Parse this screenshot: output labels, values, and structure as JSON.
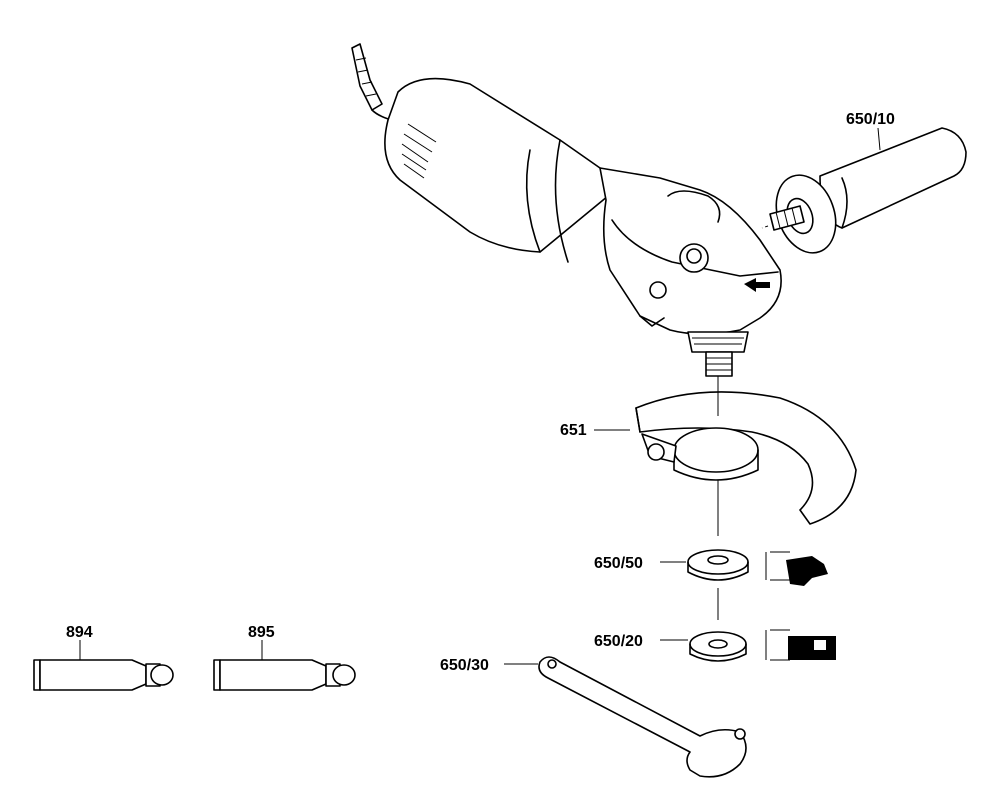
{
  "parts": [
    {
      "id": "handle",
      "label": "650/10"
    },
    {
      "id": "guard",
      "label": "651"
    },
    {
      "id": "flange",
      "label": "650/50"
    },
    {
      "id": "clamp-nut",
      "label": "650/20"
    },
    {
      "id": "spanner",
      "label": "650/30"
    },
    {
      "id": "tube-1",
      "label": "894"
    },
    {
      "id": "tube-2",
      "label": "895"
    }
  ]
}
